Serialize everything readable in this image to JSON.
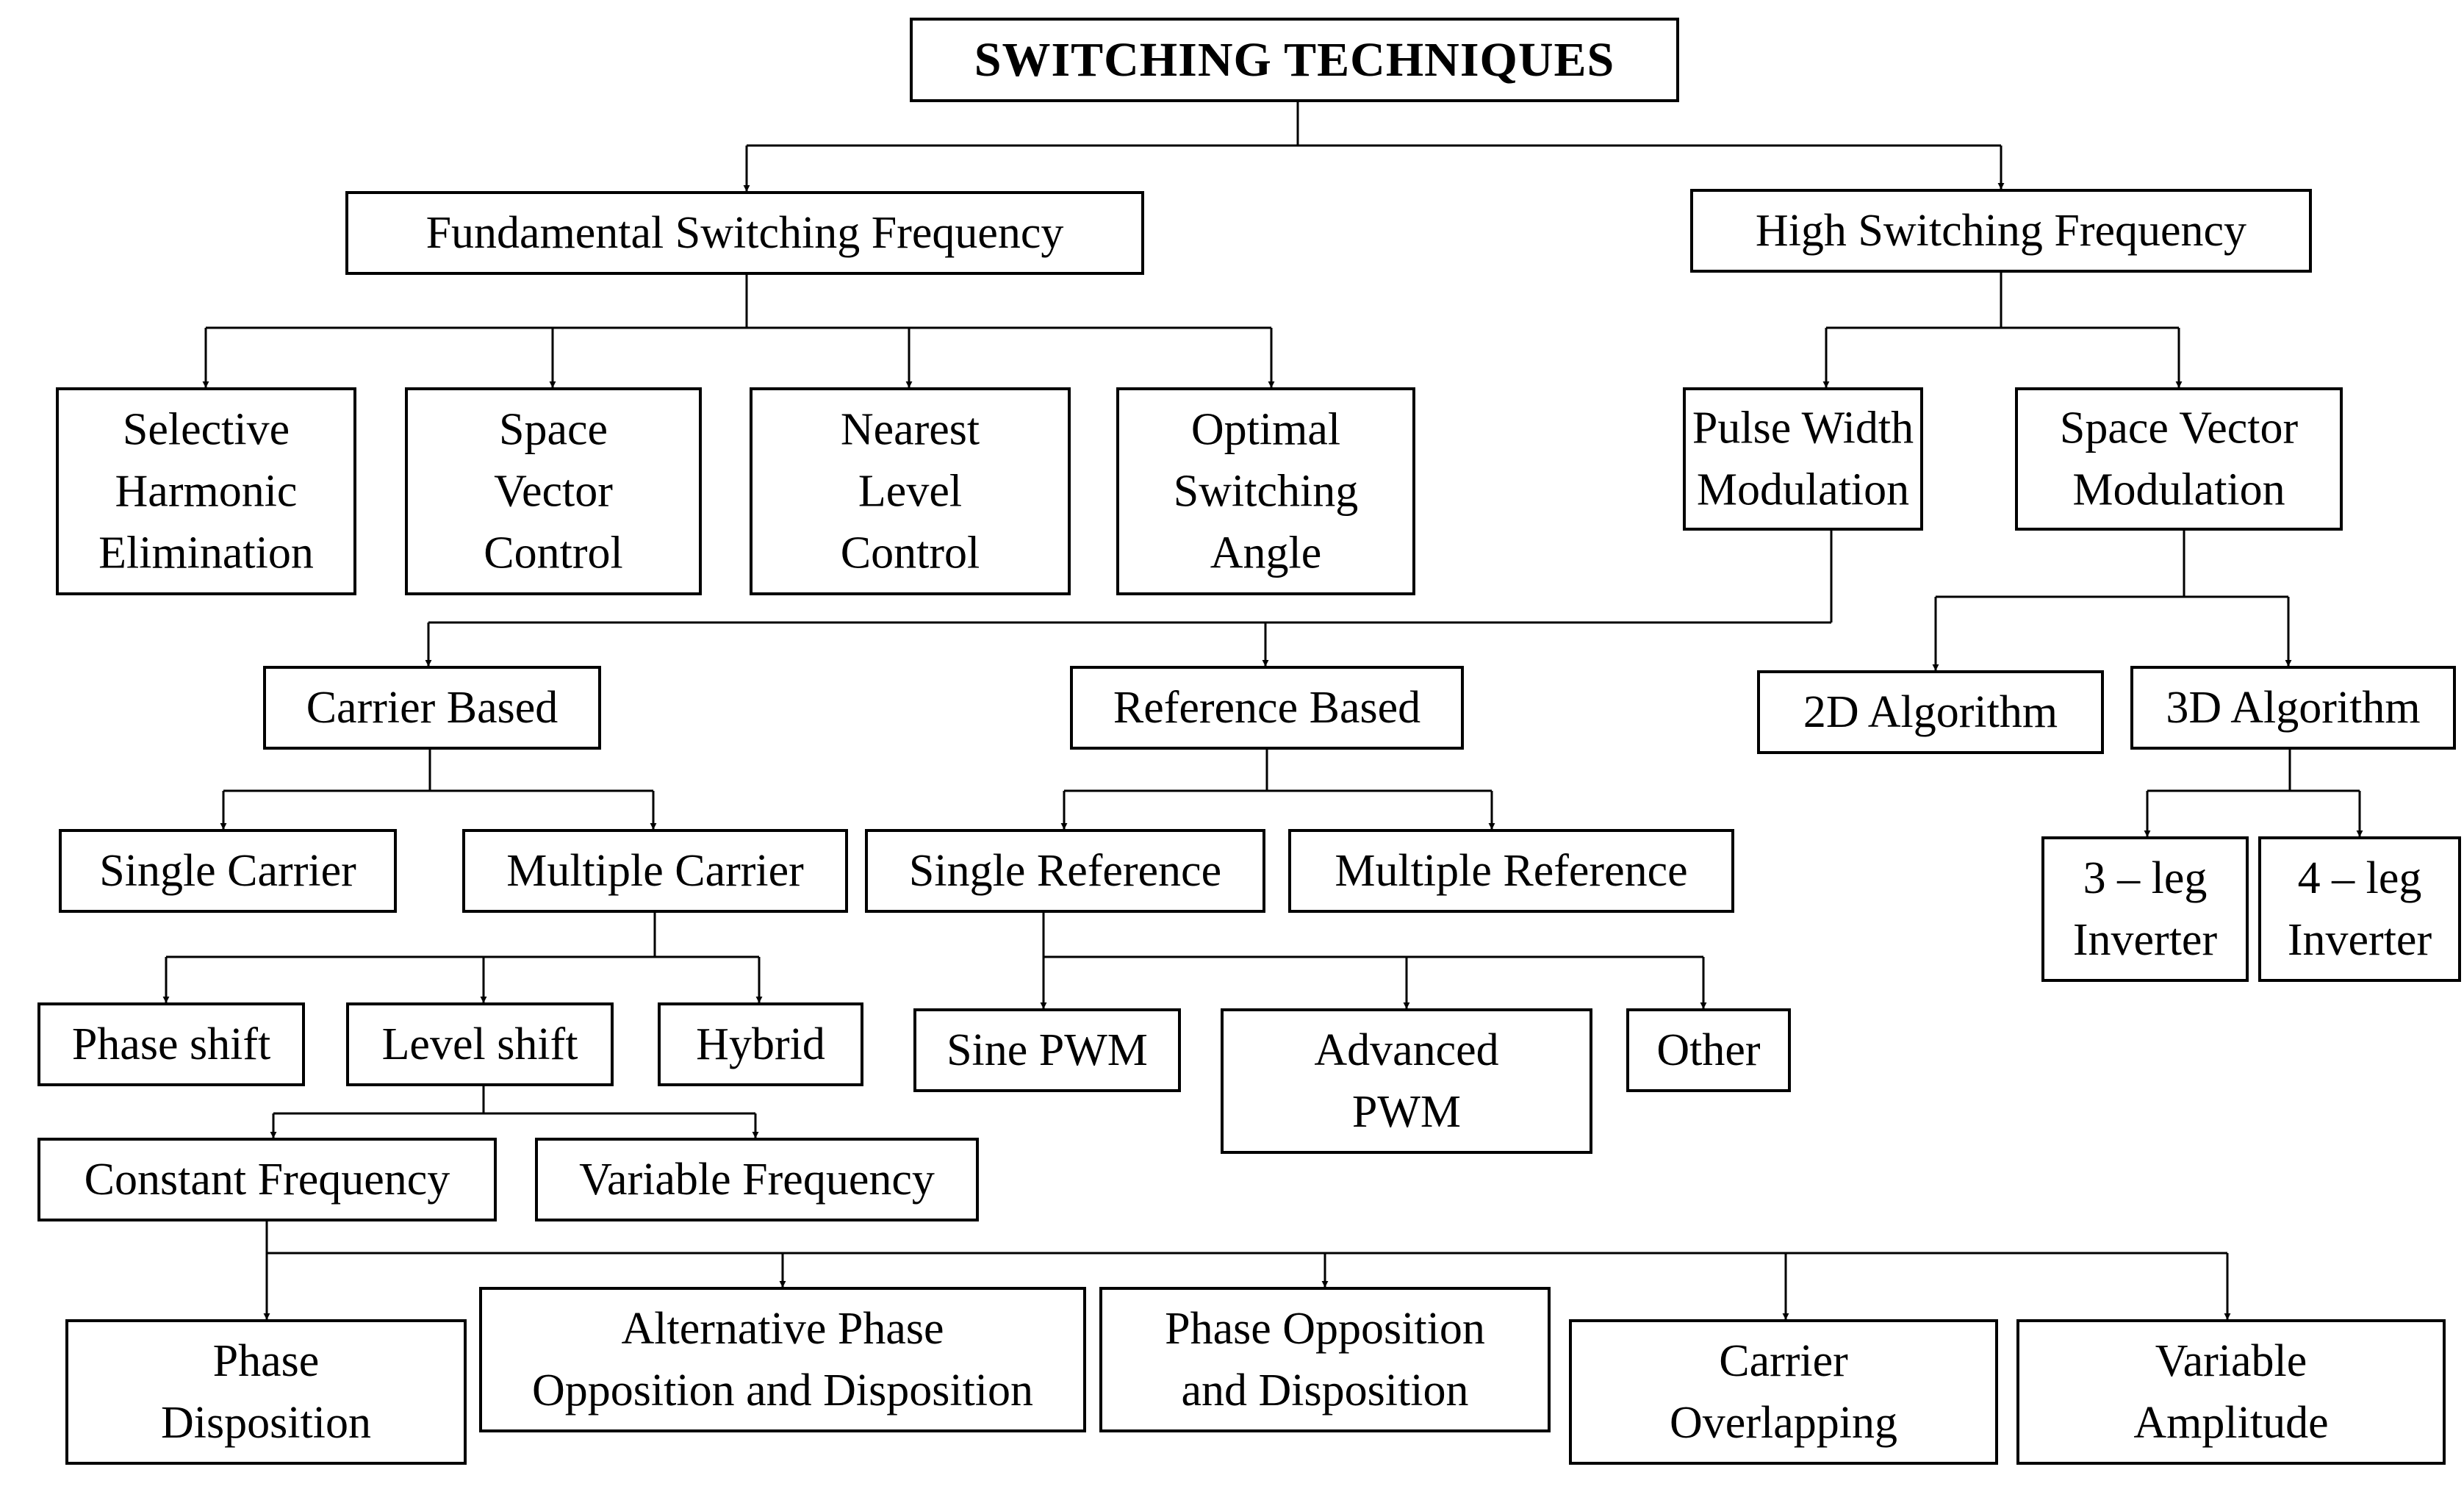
{
  "nodes": {
    "root": [
      "SWITCHING TECHNIQUES"
    ],
    "fund": [
      "Fundamental Switching Frequency"
    ],
    "high": [
      "High Switching Frequency"
    ],
    "she": [
      "Selective",
      "Harmonic",
      "Elimination"
    ],
    "svc": [
      "Space",
      "Vector",
      "Control"
    ],
    "nlc": [
      "Nearest",
      "Level",
      "Control"
    ],
    "osa": [
      "Optimal",
      "Switching",
      "Angle"
    ],
    "pwm": [
      "Pulse Width",
      "Modulation"
    ],
    "svm": [
      "Space Vector",
      "Modulation"
    ],
    "carrier": [
      "Carrier Based"
    ],
    "reference": [
      "Reference Based"
    ],
    "alg2d": [
      "2D Algorithm"
    ],
    "alg3d": [
      "3D Algorithm"
    ],
    "single_carrier": [
      "Single Carrier"
    ],
    "multiple_carrier": [
      "Multiple Carrier"
    ],
    "single_reference": [
      "Single Reference"
    ],
    "multiple_reference": [
      "Multiple Reference"
    ],
    "leg3": [
      "3 – leg",
      "Inverter"
    ],
    "leg4": [
      "4 – leg",
      "Inverter"
    ],
    "phase_shift": [
      "Phase shift"
    ],
    "level_shift": [
      "Level shift"
    ],
    "hybrid": [
      "Hybrid"
    ],
    "sine_pwm": [
      "Sine PWM"
    ],
    "advanced_pwm": [
      "Advanced",
      "PWM"
    ],
    "other": [
      "Other"
    ],
    "constant_freq": [
      "Constant Frequency"
    ],
    "variable_freq": [
      "Variable Frequency"
    ],
    "pd": [
      "Phase",
      "Disposition"
    ],
    "apod": [
      "Alternative Phase",
      "Opposition and Disposition"
    ],
    "pod": [
      "Phase Opposition",
      "and Disposition"
    ],
    "co": [
      "Carrier",
      "Overlapping"
    ],
    "va": [
      "Variable",
      "Amplitude"
    ]
  }
}
